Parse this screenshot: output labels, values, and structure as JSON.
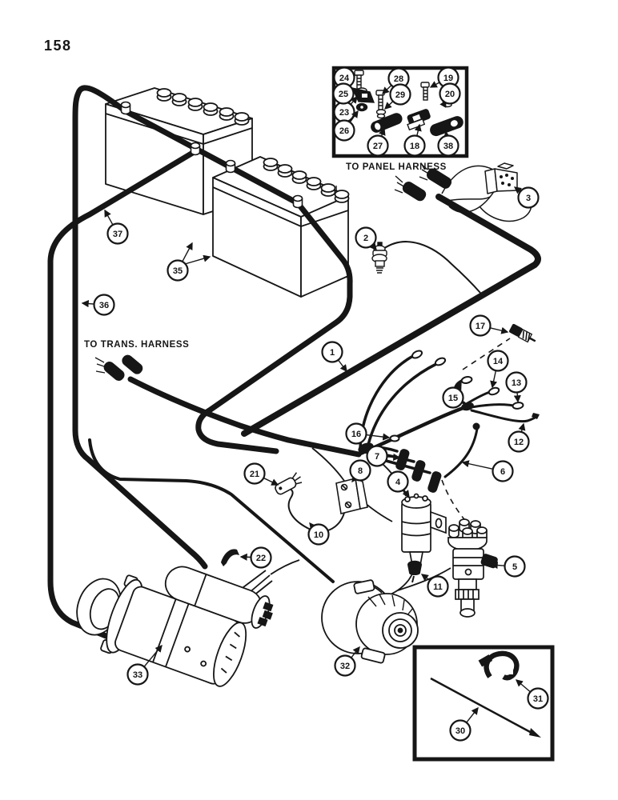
{
  "page": {
    "number": "158"
  },
  "labels": {
    "panel_harness": "TO PANEL HARNESS",
    "trans_harness": "TO TRANS. HARNESS"
  },
  "callouts": {
    "c1": "1",
    "c2": "2",
    "c3": "3",
    "c4": "4",
    "c5": "5",
    "c6": "6",
    "c7": "7",
    "c8": "8",
    "c10": "10",
    "c11": "11",
    "c12": "12",
    "c13": "13",
    "c14": "14",
    "c15": "15",
    "c16": "16",
    "c17": "17",
    "c18": "18",
    "c19": "19",
    "c20": "20",
    "c21": "21",
    "c22": "22",
    "c23": "23",
    "c24": "24",
    "c25": "25",
    "c26": "26",
    "c27": "27",
    "c28": "28",
    "c29": "29",
    "c30": "30",
    "c31": "31",
    "c32": "32",
    "c33": "33",
    "c35": "35",
    "c36": "36",
    "c37": "37",
    "c38": "38"
  },
  "colors": {
    "ink": "#161616",
    "paper": "#ffffff"
  }
}
